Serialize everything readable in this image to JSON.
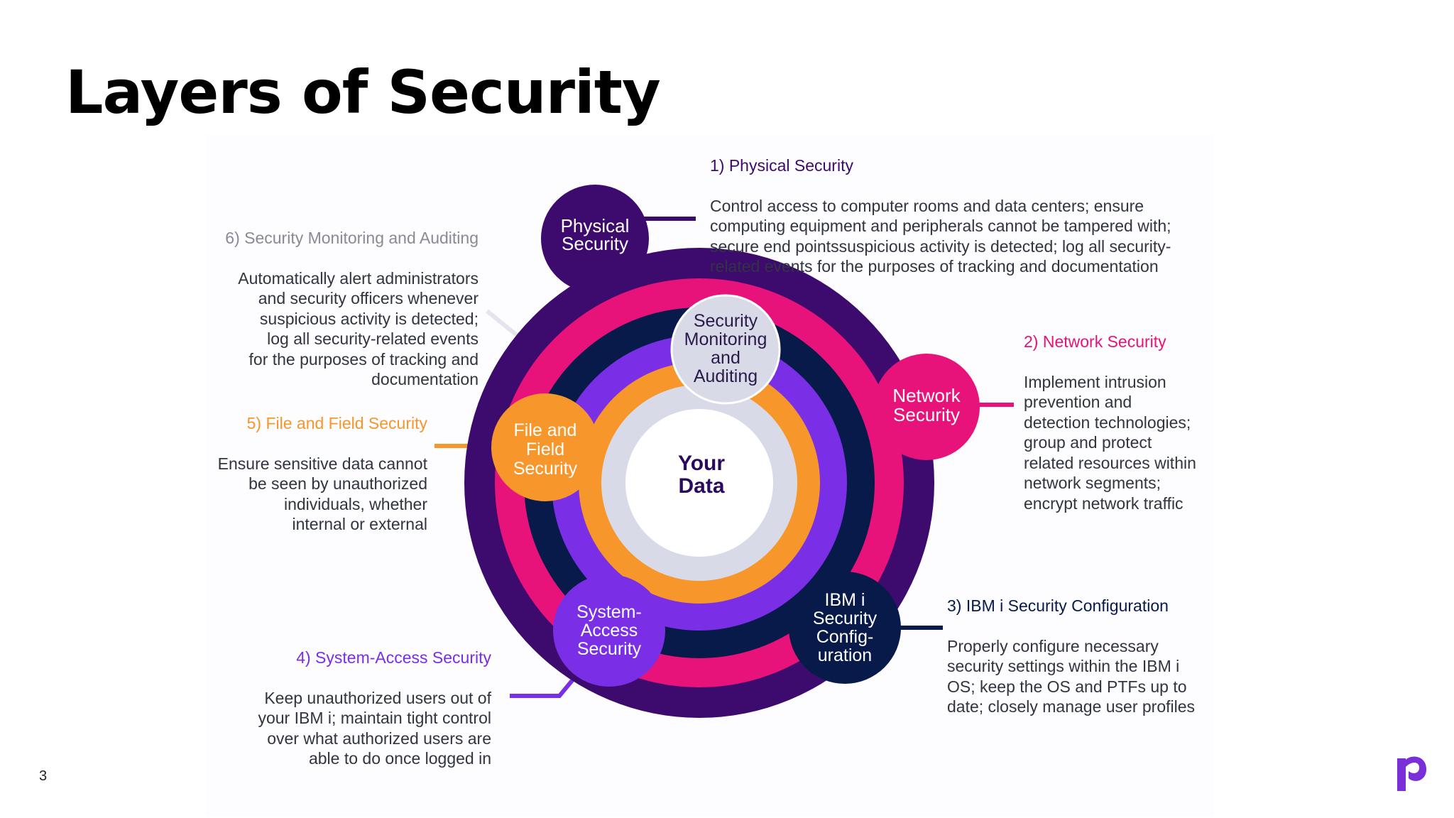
{
  "slide": {
    "title": "Layers of Security",
    "page_number": "3",
    "logo_icon": "brand-logo-icon",
    "logo_color": "#7b2fd8"
  },
  "diagram": {
    "center_label": "Your\nData",
    "rings": [
      {
        "name": "physical",
        "color": "#3d0a6e"
      },
      {
        "name": "network",
        "color": "#e8137a"
      },
      {
        "name": "ibm-config",
        "color": "#071a4a"
      },
      {
        "name": "system-access",
        "color": "#7a2fe6"
      },
      {
        "name": "file-field",
        "color": "#f7962b"
      },
      {
        "name": "monitoring",
        "color": "#d9dae8"
      }
    ],
    "nodes": {
      "physical": "Physical\nSecurity",
      "monitoring": "Security\nMonitoring\nand\nAuditing",
      "network": "Network\nSecurity",
      "file_field": "File and\nField\nSecurity",
      "ibm_config": "IBM i\nSecurity\nConfig-\nuration",
      "system_access": "System-\nAccess\nSecurity"
    }
  },
  "layers": {
    "physical": {
      "heading": "1) Physical Security",
      "body": "Control access to computer rooms and data centers; ensure\ncomputing equipment and peripherals cannot be tampered with;\nsecure end pointssuspicious activity is detected; log all security-\nrelated events for the purposes of tracking and documentation",
      "color": "#3d0a6e"
    },
    "network": {
      "heading": "2) Network Security",
      "body": "Implement intrusion\nprevention and\ndetection technologies;\ngroup and protect\nrelated resources within\nnetwork segments;\nencrypt network traffic",
      "color": "#e8137a"
    },
    "ibm_config": {
      "heading": "3) IBM i Security Configuration",
      "body": "Properly configure necessary\nsecurity settings within the IBM i\nOS; keep the OS and PTFs up to\ndate; closely manage user profiles",
      "color": "#071a4a"
    },
    "system_access": {
      "heading": "4) System-Access Security",
      "body": "Keep unauthorized users out of\nyour IBM i; maintain tight control\nover what authorized users are\nable to do once logged in",
      "color": "#7a2fe6"
    },
    "file_field": {
      "heading": "5) File and Field Security",
      "body": "Ensure sensitive data cannot\nbe seen by unauthorized\nindividuals, whether\ninternal or external",
      "color": "#f7962b"
    },
    "monitoring": {
      "heading": "6) Security Monitoring and Auditing",
      "body": "Automatically alert administrators\nand security officers whenever\nsuspicious activity is detected;\nlog all security-related events\nfor the purposes of tracking and\ndocumentation",
      "color": "#8a8a94"
    }
  }
}
